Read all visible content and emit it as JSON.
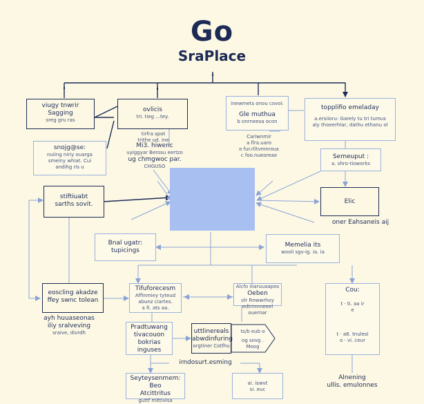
{
  "logo": {
    "title": "Go",
    "subtitle": "SraPlace"
  },
  "nodes": {
    "n1": {
      "l1": "viugy tnwrir",
      "l2": "Sagging",
      "l3": "sreg gru ras"
    },
    "n2": {
      "l1": "ovlicis",
      "l2": "tri. tieg ...tey."
    },
    "n3": {
      "l1": "inewmets onou covoi:",
      "l2": "Gle muthua",
      "l3": "b onrneesa ocon"
    },
    "n4": {
      "l1": "topplifio emeladay",
      "l2": "a.ersiioru: Garely tu tri tumus",
      "l3": "aly thoeerhlar, dathu ethanu ol"
    },
    "n5": {
      "l1": "tirfra spot",
      "l2": "trithe ud. ine"
    },
    "n6": {
      "l1": "snojg@se:",
      "l2": "nuiing niriy ouarga",
      "l3": "smeiny whiat. Cui",
      "l4": "andihg ris u"
    },
    "n7": {
      "l1": "Mi3. hiwenc",
      "l2": "uyiggyar Berosu eertzo",
      "l3": "ug chmgwoc par.",
      "l4": "CHGUSO"
    },
    "n8": {
      "l1": "Cariwnmir",
      "l2": "a flra.uaro",
      "l3": "o fur.rlltvmnrous",
      "l4": "c foo.nueoreae"
    },
    "n9": {
      "l1": "Semeuput :",
      "l2": "a. shro-tioworks"
    },
    "n10": {
      "l1": "stiftiuabt",
      "l2": "sarths sovit."
    },
    "n11": {
      "l1": "Elic"
    },
    "n12": {
      "l1": "oner Eahsaneis aij"
    },
    "n13": {
      "l1": "Bnal ugatr:",
      "l2": "tupicings"
    },
    "n14": {
      "l1": "Memelia its",
      "l2": "wooli sgv-ig. ia. ia"
    },
    "n15": {
      "l1": "eoscling akadze",
      "l2": "ffey swnc tolean"
    },
    "n16": {
      "l1": "ayh huuaseonas",
      "l2": "iliy sralveving",
      "l3": "sraive, divrdh"
    },
    "n17": {
      "l1": "Tifuforecesm",
      "l2": "Affinmiey tyteud",
      "l3": "abunz ciartes.",
      "l4": "a fi. ats aa."
    },
    "n18": {
      "l1": "Alcfo iiiaruuaapos",
      "l2": "Oeben",
      "l3": "olr Rnwwrhoy",
      "l4": "edtrinnneeel ouernar"
    },
    "n19": {
      "l1": "Cou:",
      "l2": "t · ti. aa ir",
      "l3": "e",
      "l4": "t · a6. tnulesl",
      "l5": "o · vi. ceur"
    },
    "n20": {
      "l1": "Pradtuwang",
      "l2": "tivacouon",
      "l3": "bokrias",
      "l4": "inguses"
    },
    "n21": {
      "l1": "uttlinereals",
      "l2": "abwdinfuring",
      "l3": "orgtiner Cotfhu"
    },
    "n22": {
      "l1": "ts/b eub o",
      "l2": "og sovg .",
      "l3": "Moog"
    },
    "n23": {
      "l1": "irndosurt.esming"
    },
    "n24": {
      "l1": "Seyteysenmem: Beo",
      "l2": "Atcittritus",
      "l3": "guttf mittivisa"
    },
    "n25": {
      "l1": "ai. iswvt",
      "l2": "si. euc"
    },
    "n26": {
      "l1": "Alnening",
      "l2": "ullis. emulonnes"
    }
  },
  "colors": {
    "background": "#fcf8e4",
    "ink": "#1c2a55",
    "accent": "#a8bff2",
    "connector": "#9ab0dd"
  }
}
